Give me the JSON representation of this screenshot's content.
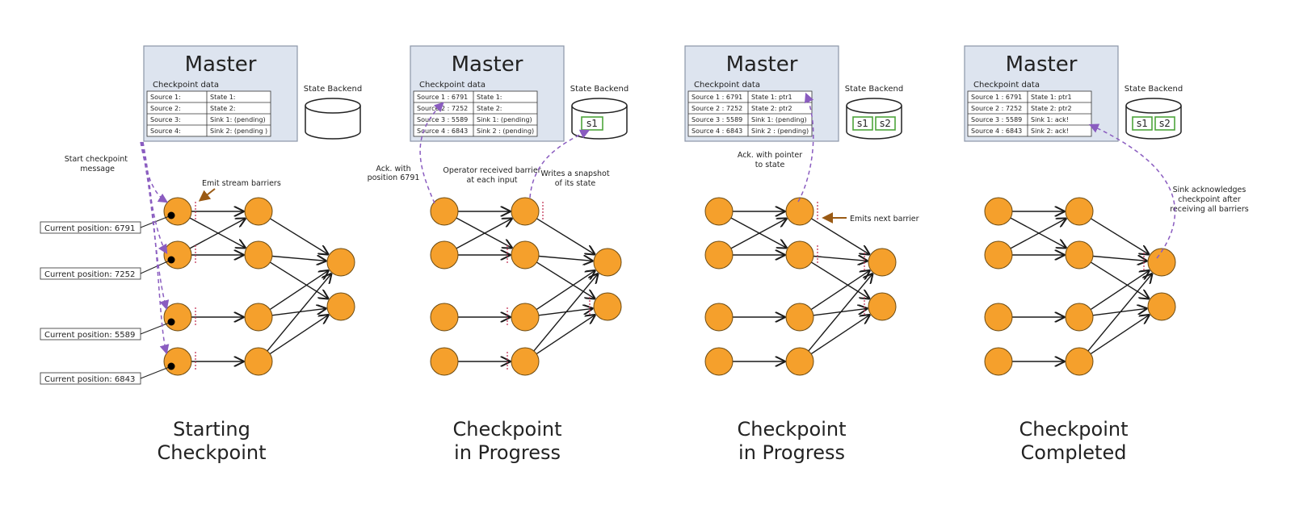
{
  "panels": [
    {
      "master": "Master",
      "checkpoint_label": "Checkpoint data",
      "rows": [
        [
          "Source 1:",
          "State 1:"
        ],
        [
          "Source 2:",
          "State 2:"
        ],
        [
          "Source 3:",
          "Sink 1: (pending)"
        ],
        [
          "Source 4:",
          "Sink  2:  (pending )"
        ]
      ],
      "backend": "State Backend",
      "snapshots": [],
      "caption": [
        "Starting",
        "Checkpoint"
      ]
    },
    {
      "master": "Master",
      "checkpoint_label": "Checkpoint data",
      "rows": [
        [
          "Source 1  :  6791",
          "State 1:"
        ],
        [
          "Source 2  :  7252",
          "State 2:"
        ],
        [
          "Source 3  :  5589",
          "Sink 1:  (pending)"
        ],
        [
          "Source 4  :  6843",
          "Sink 2 :  (pending)"
        ]
      ],
      "backend": "State Backend",
      "snapshots": [
        "s1"
      ],
      "caption": [
        "Checkpoint",
        "in Progress"
      ]
    },
    {
      "master": "Master",
      "checkpoint_label": "Checkpoint data",
      "rows": [
        [
          "Source 1  :  6791",
          "State 1: ptr1"
        ],
        [
          "Source 2  :  7252",
          "State 2: ptr2"
        ],
        [
          "Source 3  :  5589",
          "Sink 1: (pending)"
        ],
        [
          "Source 4  :  6843",
          "Sink 2 : (pending)"
        ]
      ],
      "backend": "State Backend",
      "snapshots": [
        "s1",
        "s2"
      ],
      "caption": [
        "Checkpoint",
        "in Progress"
      ]
    },
    {
      "master": "Master",
      "checkpoint_label": "Checkpoint data",
      "rows": [
        [
          "Source 1  :  6791",
          "State 1: ptr1"
        ],
        [
          "Source 2  :  7252",
          "State 2: ptr2"
        ],
        [
          "Source 3  :  5589",
          "Sink 1:   ack!"
        ],
        [
          "Source 4  :  6843",
          "Sink  2:  ack!"
        ]
      ],
      "backend": "State Backend",
      "snapshots": [
        "s1",
        "s2"
      ],
      "caption": [
        "Checkpoint",
        "Completed"
      ]
    }
  ],
  "positions": [
    "Current position: 6791",
    "Current position: 7252",
    "Current position: 5589",
    "Current position: 6843"
  ],
  "annotations": {
    "start_checkpoint": [
      "Start checkpoint",
      "message"
    ],
    "emit_barriers": "Emit stream barriers",
    "ack_position": [
      "Ack. with",
      "position 6791"
    ],
    "operator_barrier": [
      "Operator received barrier",
      "at each input"
    ],
    "writes_snapshot": [
      "Writes a snapshot",
      "of its state"
    ],
    "ack_pointer": [
      "Ack. with pointer",
      "to state"
    ],
    "emits_next": "Emits next barrier",
    "sink_ack": [
      "Sink acknowledges",
      "checkpoint after",
      "receiving all barriers"
    ]
  },
  "colors": {
    "master_fill": "#dde4ef",
    "master_stroke": "#8b96a8",
    "node_fill": "#f5a02c",
    "node_stroke": "#6b4a12",
    "edge": "#1a1a1a",
    "message_arrow": "#8a5cc0",
    "barrier": "#c23a5a",
    "annotation_arrow": "#9a5a14",
    "snapshot_stroke": "#4ea53b"
  }
}
